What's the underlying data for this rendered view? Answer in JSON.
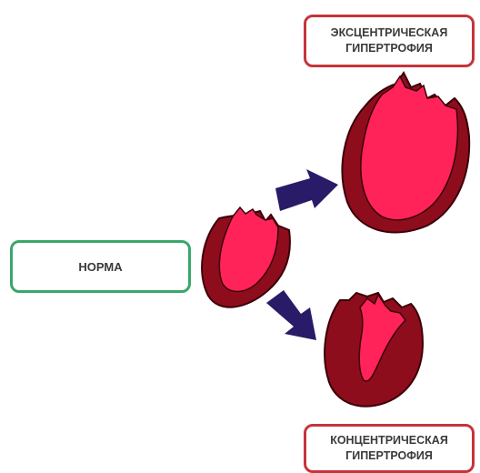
{
  "labels": {
    "normal": "НОРМА",
    "eccentric_line1": "ЭКСЦЕНТРИЧЕСКАЯ",
    "eccentric_line2": "ГИПЕРТРОФИЯ",
    "concentric_line1": "КОНЦЕНТРИЧЕСКАЯ",
    "concentric_line2": "ГИПЕРТРОФИЯ"
  },
  "colors": {
    "wall": "#8e0d1d",
    "wall_outline": "#3b0008",
    "cavity": "#ff2359",
    "arrow": "#2a1b68",
    "normal_border": "#3aa76a",
    "hypertrophy_border": "#c6343b"
  }
}
